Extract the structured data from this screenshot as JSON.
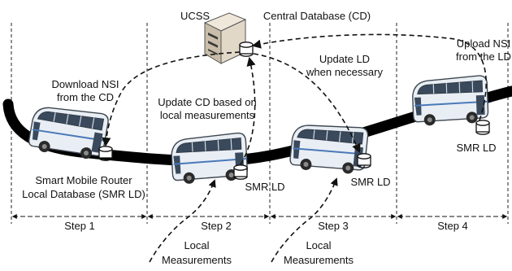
{
  "labels": {
    "ucss": "UCSS",
    "central_db": "Central Database (CD)",
    "download_nsi_1": "Download NSI",
    "download_nsi_2": "from the CD",
    "update_cd_1": "Update CD based on",
    "update_cd_2": "local measurements",
    "update_ld_1": "Update LD",
    "update_ld_2": "when necessary",
    "upload_nsi_1": "Upload NSI",
    "upload_nsi_2": "from the LD",
    "smr_title_1": "Smart Mobile Router",
    "smr_title_2": "Local Database (SMR LD)",
    "smr_ld_bus2": "SMR LD",
    "smr_ld_bus3": "SMR LD",
    "smr_ld_bus4": "SMR LD",
    "local_1a": "Local",
    "local_1b": "Measurements",
    "local_2a": "Local",
    "local_2b": "Measurements"
  },
  "steps": [
    "Step 1",
    "Step 2",
    "Step 3",
    "Step 4"
  ],
  "colors": {
    "bus_body": "#e9eef4",
    "bus_window": "#3a4a5c",
    "road": "#000000",
    "server": "#d8cfc0"
  }
}
